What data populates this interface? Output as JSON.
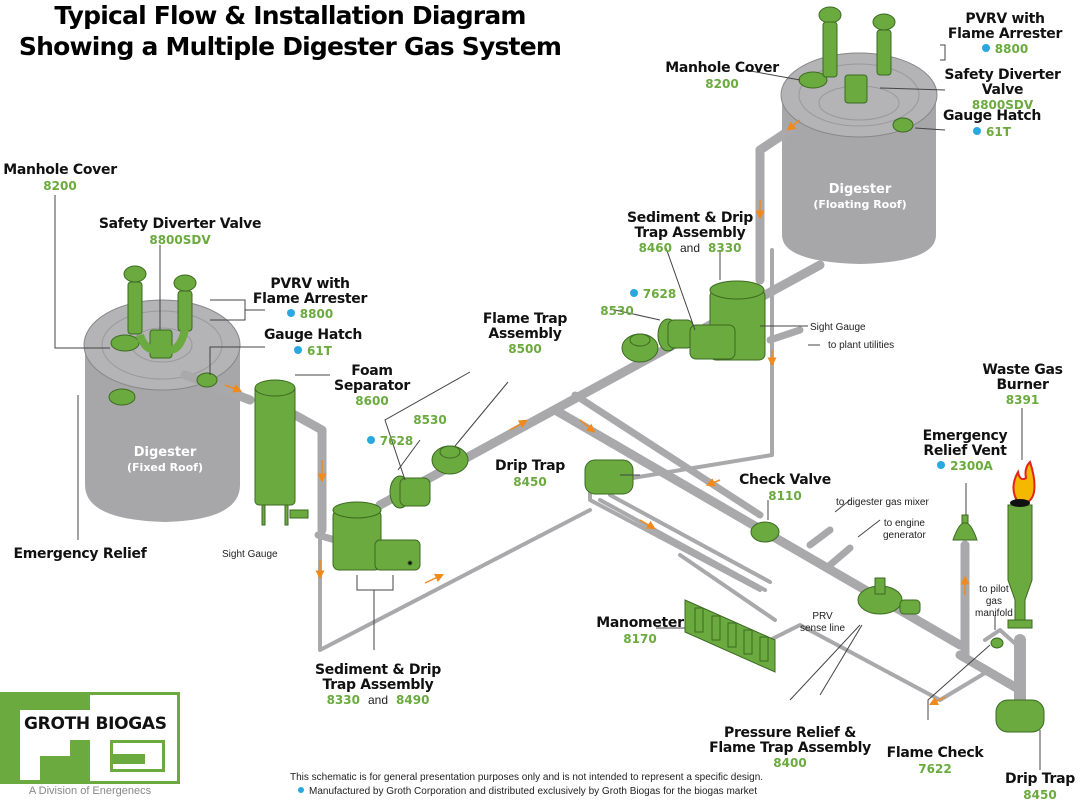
{
  "title": {
    "line1": "Typical Flow & Installation Diagram",
    "line2": "Showing a Multiple Digester Gas System"
  },
  "colors": {
    "equipment_green": "#6aaa3e",
    "pipe_gray": "#a9a9ab",
    "tank_gray": "#a7a7aa",
    "flow_arrow": "#f08a1c",
    "groth_dot": "#29a8e0",
    "code_green": "#6aaa3e"
  },
  "tanks": {
    "left": {
      "name": "Digester",
      "sub": "(Fixed Roof)"
    },
    "right": {
      "name": "Digester",
      "sub": "(Floating Roof)"
    }
  },
  "components": {
    "left_manhole_cover": {
      "label": "Manhole Cover",
      "code": "8200"
    },
    "left_safety_diverter": {
      "label": "Safety Diverter Valve",
      "code": "8800SDV"
    },
    "left_pvrv": {
      "label1": "PVRV with",
      "label2": "Flame Arrester",
      "code": "8800",
      "groth": true
    },
    "left_gauge_hatch": {
      "label": "Gauge Hatch",
      "code": "61T",
      "groth": true
    },
    "foam_separator": {
      "label": "Foam Separator",
      "code": "8600"
    },
    "emergency_relief": {
      "label": "Emergency Relief"
    },
    "left_flame_arrester_7628": {
      "code": "7628",
      "groth": true
    },
    "left_8530": {
      "code": "8530"
    },
    "flame_trap_assembly": {
      "label1": "Flame Trap",
      "label2": "Assembly",
      "code": "8500"
    },
    "right_7628": {
      "code": "7628",
      "groth": true
    },
    "right_8530": {
      "code": "8530"
    },
    "upper_sediment_trap": {
      "label1": "Sediment & Drip",
      "label2": "Trap Assembly",
      "code1": "8460",
      "and": "and",
      "code2": "8330"
    },
    "lower_sediment_trap": {
      "label1": "Sediment & Drip",
      "label2": "Trap Assembly",
      "code1": "8330",
      "and": "and",
      "code2": "8490"
    },
    "drip_trap_mid": {
      "label": "Drip Trap",
      "code": "8450"
    },
    "right_manhole_cover": {
      "label": "Manhole Cover",
      "code": "8200"
    },
    "right_pvrv": {
      "label1": "PVRV with",
      "label2": "Flame Arrester",
      "code": "8800",
      "groth": true
    },
    "right_safety_diverter": {
      "label": "Safety Diverter Valve",
      "code": "8800SDV"
    },
    "right_gauge_hatch": {
      "label": "Gauge Hatch",
      "code": "61T",
      "groth": true
    },
    "check_valve": {
      "label": "Check Valve",
      "code": "8110"
    },
    "waste_gas_burner": {
      "label1": "Waste Gas",
      "label2": "Burner",
      "code": "8391"
    },
    "emergency_relief_vent": {
      "label1": "Emergency",
      "label2": "Relief Vent",
      "code": "2300A",
      "groth": true
    },
    "manometer": {
      "label": "Manometer",
      "code": "8170"
    },
    "pressure_relief": {
      "label1": "Pressure Relief &",
      "label2": "Flame Trap Assembly",
      "code": "8400"
    },
    "flame_check": {
      "label": "Flame Check",
      "code": "7622"
    },
    "drip_trap_right": {
      "label": "Drip Trap",
      "code": "8450"
    }
  },
  "annotations": {
    "sight_gauge_upper": "Sight Gauge",
    "to_plant_utilities": "to plant utilities",
    "sight_gauge_lower": "Sight Gauge",
    "to_digester_gas_mixer": "to digester gas mixer",
    "to_engine_generator_1": "to engine",
    "to_engine_generator_2": "generator",
    "prv_sense_line_1": "PRV",
    "prv_sense_line_2": "sense line",
    "to_pilot_1": "to pilot",
    "to_pilot_2": "gas",
    "to_pilot_3": "manifold"
  },
  "footer": {
    "disclaimer": "This schematic is for general presentation purposes only and is not intended to represent a specific design.",
    "legend": "Manufactured by Groth Corporation and distributed exclusively by Groth Biogas for the biogas market"
  },
  "logo": {
    "name": "GROTH BIOGAS",
    "subtitle": "A Division of Energenecs"
  }
}
